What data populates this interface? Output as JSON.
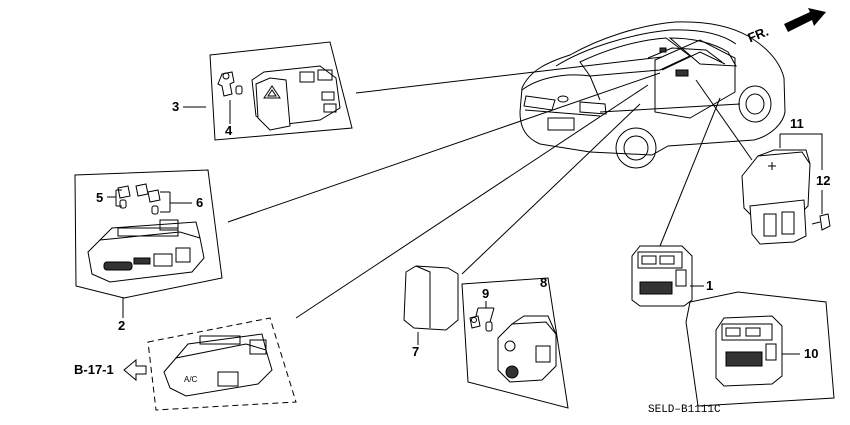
{
  "diagram": {
    "direction_label": "FR.",
    "reference_label": "B-17-1",
    "drawing_code": "SELD–B1111C",
    "callouts": {
      "c1": "1",
      "c2": "2",
      "c3": "3",
      "c4": "4",
      "c5": "5",
      "c6": "6",
      "c7": "7",
      "c8": "8",
      "c9": "9",
      "c10": "10",
      "c11": "11",
      "c12": "12"
    },
    "switch_text": {
      "ac": "A/C"
    }
  }
}
